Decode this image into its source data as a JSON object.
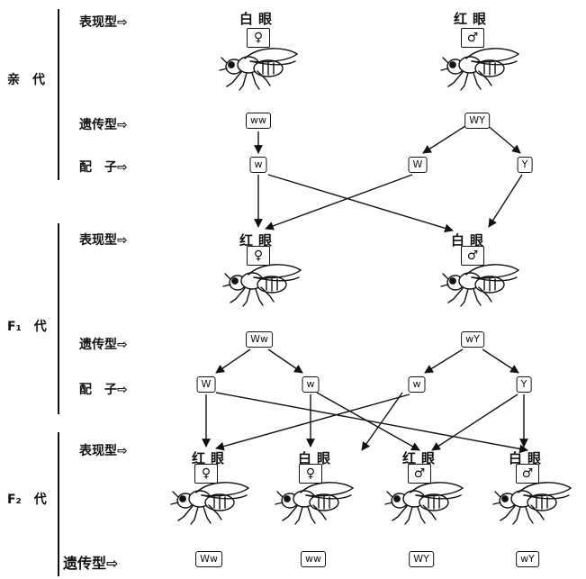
{
  "row_labels": {
    "phenotype": "表现型",
    "genotype": "遗传型",
    "gamete": "配　子"
  },
  "arrow_symbol": "⇨",
  "generations": {
    "parent": "亲　代",
    "f1": "F₁　代",
    "f2": "F₂　代"
  },
  "parent": {
    "female": {
      "phenotype": "白眼",
      "sex": "♀",
      "genotype": "ww"
    },
    "male": {
      "phenotype": "红眼",
      "sex": "♂",
      "genotype": "WY"
    },
    "gametes": [
      "w",
      "W",
      "Y"
    ]
  },
  "f1": {
    "female": {
      "phenotype": "红眼",
      "sex": "♀",
      "genotype": "Ww"
    },
    "male": {
      "phenotype": "白眼",
      "sex": "♂",
      "genotype": "wY"
    },
    "gametes": [
      "W",
      "w",
      "w",
      "Y"
    ]
  },
  "f2": {
    "offspring": [
      {
        "phenotype": "红眼",
        "sex": "♀",
        "genotype": "Ww"
      },
      {
        "phenotype": "白眼",
        "sex": "♀",
        "genotype": "ww"
      },
      {
        "phenotype": "红眼",
        "sex": "♂",
        "genotype": "WY"
      },
      {
        "phenotype": "白眼",
        "sex": "♂",
        "genotype": "wY"
      }
    ]
  }
}
